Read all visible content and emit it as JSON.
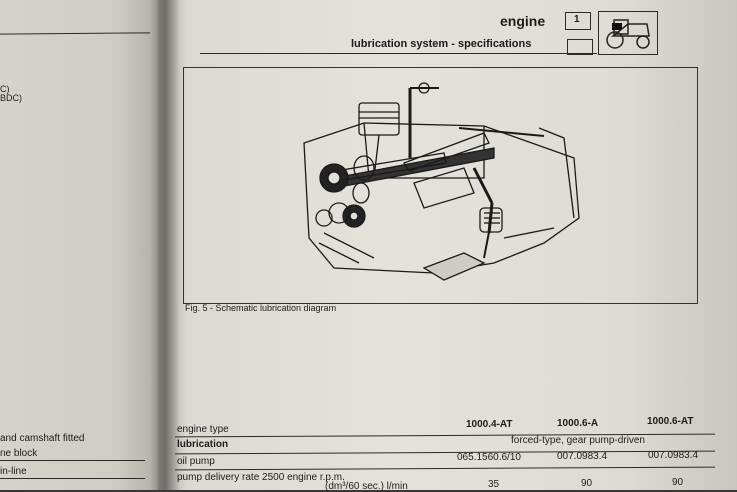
{
  "left_page": {
    "fragment_1": "C)",
    "fragment_2": "BDC)",
    "line_1": "and camshaft fitted",
    "line_2": "ne block",
    "line_3": "in-line"
  },
  "header": {
    "section": "engine",
    "chapter_number": "1",
    "subtitle": "lubrication system - specifications"
  },
  "figure": {
    "caption": "Fig. 5 - Schematic lubrication diagram"
  },
  "table": {
    "label_col": "engine type",
    "columns": [
      "1000.4-AT",
      "1000.6-A",
      "1000.6-AT"
    ],
    "rows": [
      {
        "label": "lubrication",
        "span_value": "forced-type, gear pump-driven"
      },
      {
        "label": "oil pump",
        "values": [
          "065.1560.6/10",
          "007.0983.4",
          "007.0983.4"
        ]
      },
      {
        "label": "pump delivery rate 2500 engine r.p.m.",
        "sublabel": "(dm³/60 sec.) l/min",
        "values": [
          "35",
          "90",
          "90"
        ]
      }
    ]
  }
}
